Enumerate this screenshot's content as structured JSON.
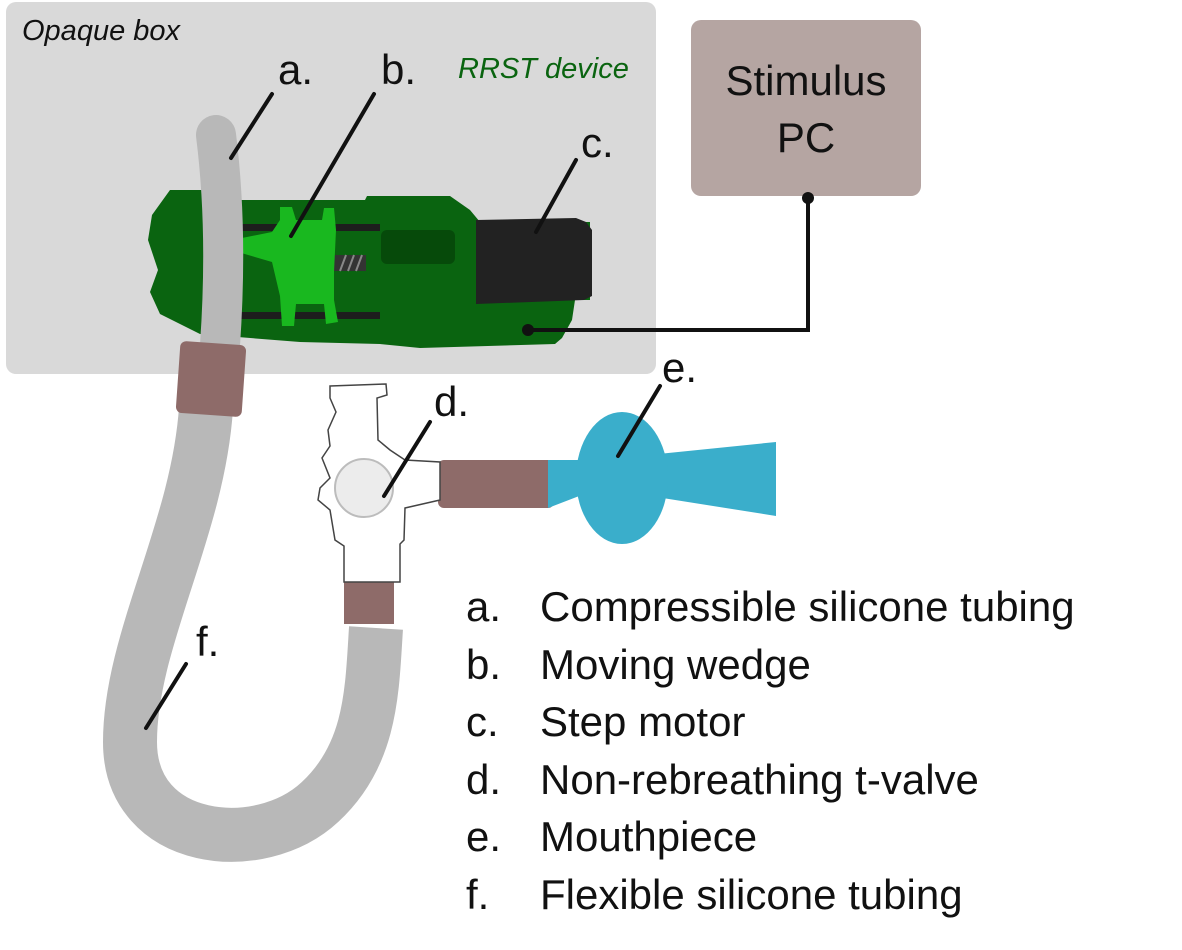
{
  "box": {
    "title": "Opaque box",
    "device_label": "RRST device",
    "fill": "#d9d9d9"
  },
  "stimulus_pc": {
    "line1": "Stimulus",
    "line2": "PC",
    "fill": "#b5a5a2"
  },
  "callouts": {
    "a": "a.",
    "b": "b.",
    "c": "c.",
    "d": "d.",
    "e": "e.",
    "f": "f."
  },
  "legend": [
    {
      "key": "a.",
      "text": "Compressible silicone tubing"
    },
    {
      "key": "b.",
      "text": "Moving wedge"
    },
    {
      "key": "c.",
      "text": "Step motor"
    },
    {
      "key": "d.",
      "text": "Non-rebreathing t-valve"
    },
    {
      "key": "e.",
      "text": "Mouthpiece"
    },
    {
      "key": "f.",
      "text": "Flexible silicone tubing"
    }
  ],
  "colors": {
    "device_dark_green": "#0a6410",
    "wedge_green": "#19b81f",
    "motor_black": "#222222",
    "tubing_gray": "#b8b8b8",
    "connector_brown": "#8e6b69",
    "mouthpiece_blue": "#3aaecb",
    "label_device_green": "#0a6410"
  }
}
